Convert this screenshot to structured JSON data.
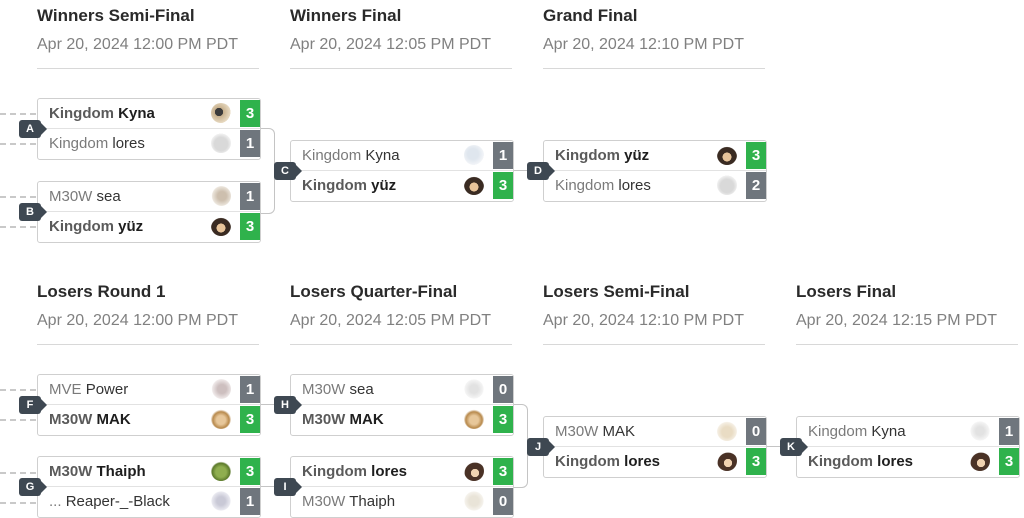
{
  "rounds": [
    {
      "title": "Winners Semi-Final",
      "date": "Apr 20, 2024 12:00 PM PDT"
    },
    {
      "title": "Winners Final",
      "date": "Apr 20, 2024 12:05 PM PDT"
    },
    {
      "title": "Grand Final",
      "date": "Apr 20, 2024 12:10 PM PDT"
    },
    {
      "title": "Losers Round 1",
      "date": "Apr 20, 2024 12:00 PM PDT"
    },
    {
      "title": "Losers Quarter-Final",
      "date": "Apr 20, 2024 12:05 PM PDT"
    },
    {
      "title": "Losers Semi-Final",
      "date": "Apr 20, 2024 12:10 PM PDT"
    },
    {
      "title": "Losers Final",
      "date": "Apr 20, 2024 12:15 PM PDT"
    }
  ],
  "matches": {
    "A": {
      "label": "A",
      "p1": {
        "team": "Kingdom",
        "name": "Kyna",
        "score": "3",
        "win": true
      },
      "p2": {
        "team": "Kingdom",
        "name": "lores",
        "score": "1",
        "win": false
      }
    },
    "B": {
      "label": "B",
      "p1": {
        "team": "M30W",
        "name": "sea",
        "score": "1",
        "win": false
      },
      "p2": {
        "team": "Kingdom",
        "name": "yüz",
        "score": "3",
        "win": true
      }
    },
    "C": {
      "label": "C",
      "p1": {
        "team": "Kingdom",
        "name": "Kyna",
        "score": "1",
        "win": false
      },
      "p2": {
        "team": "Kingdom",
        "name": "yüz",
        "score": "3",
        "win": true
      }
    },
    "D": {
      "label": "D",
      "p1": {
        "team": "Kingdom",
        "name": "yüz",
        "score": "3",
        "win": true
      },
      "p2": {
        "team": "Kingdom",
        "name": "lores",
        "score": "2",
        "win": false
      }
    },
    "F": {
      "label": "F",
      "p1": {
        "team": "MVE",
        "name": "Power",
        "score": "1",
        "win": false
      },
      "p2": {
        "team": "M30W",
        "name": "MAK",
        "score": "3",
        "win": true
      }
    },
    "G": {
      "label": "G",
      "p1": {
        "team": "M30W",
        "name": "Thaiph",
        "score": "3",
        "win": true
      },
      "p2": {
        "team": "...",
        "name": "Reaper-_-Black",
        "score": "1",
        "win": false
      }
    },
    "H": {
      "label": "H",
      "p1": {
        "team": "M30W",
        "name": "sea",
        "score": "0",
        "win": false
      },
      "p2": {
        "team": "M30W",
        "name": "MAK",
        "score": "3",
        "win": true
      }
    },
    "I": {
      "label": "I",
      "p1": {
        "team": "Kingdom",
        "name": "lores",
        "score": "3",
        "win": true
      },
      "p2": {
        "team": "M30W",
        "name": "Thaiph",
        "score": "0",
        "win": false
      }
    },
    "J": {
      "label": "J",
      "p1": {
        "team": "M30W",
        "name": "MAK",
        "score": "0",
        "win": false
      },
      "p2": {
        "team": "Kingdom",
        "name": "lores",
        "score": "3",
        "win": true
      }
    },
    "K": {
      "label": "K",
      "p1": {
        "team": "Kingdom",
        "name": "Kyna",
        "score": "1",
        "win": false
      },
      "p2": {
        "team": "Kingdom",
        "name": "lores",
        "score": "3",
        "win": true
      }
    }
  },
  "colors": {
    "win": "#2fb24c",
    "loss": "#6f767d",
    "badge": "#3e4852"
  }
}
